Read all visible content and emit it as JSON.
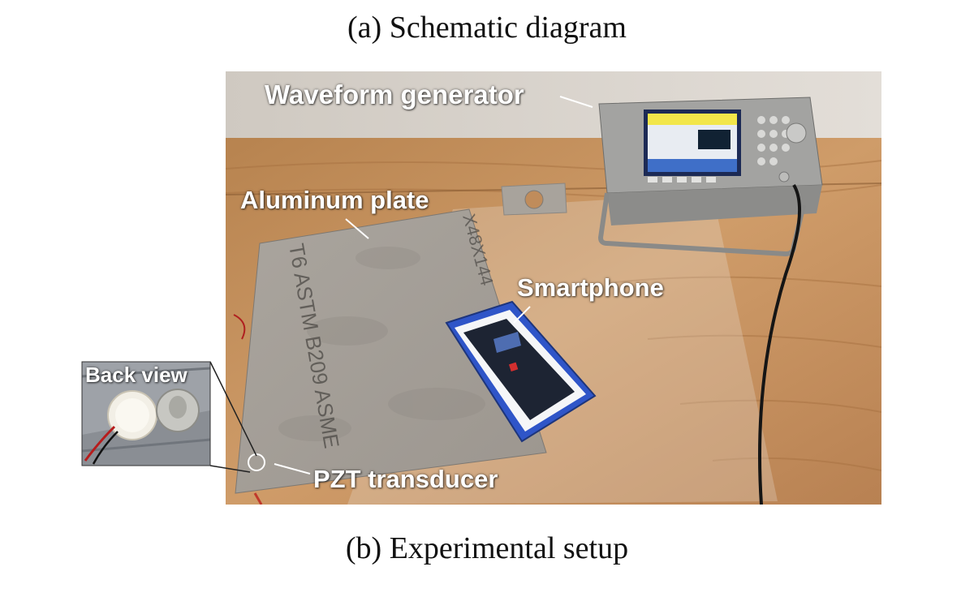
{
  "captions": {
    "top": "(a) Schematic diagram",
    "bottom": "(b) Experimental setup"
  },
  "labels": {
    "waveform_generator": "Waveform generator",
    "aluminum_plate": "Aluminum plate",
    "smartphone": "Smartphone",
    "pzt_transducer": "PZT transducer",
    "back_view": "Back view"
  },
  "plate_markings": {
    "left": "T6 ASTM B209 ASME",
    "top": "X48X144"
  },
  "colors": {
    "wall": "#d9d4cd",
    "table": "#c69361",
    "plate": "#a9a39b",
    "phone_body": "#2f55c8",
    "instrument": "#9a9a98",
    "screen_yellow": "#f2e64a",
    "screen_blue": "#3f6fc8"
  }
}
